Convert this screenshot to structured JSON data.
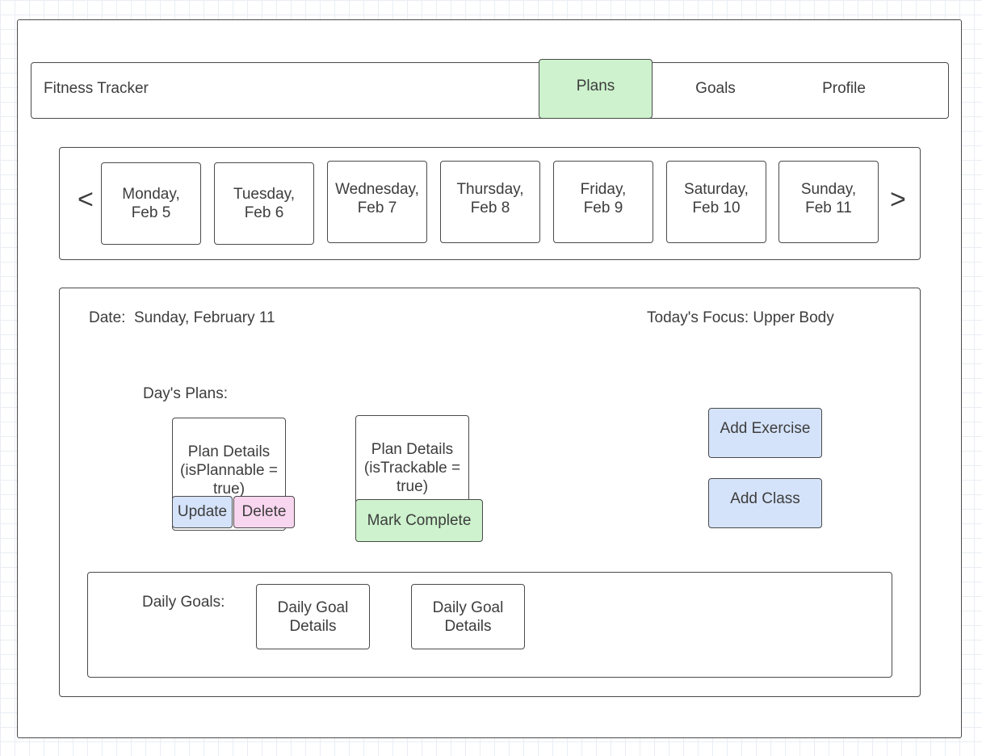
{
  "header": {
    "app_title": "Fitness Tracker",
    "tabs": [
      {
        "label": "Plans",
        "active": true
      },
      {
        "label": "Goals",
        "active": false
      },
      {
        "label": "Profile",
        "active": false
      }
    ]
  },
  "week_nav": {
    "prev_label": "<",
    "next_label": ">",
    "days": [
      {
        "line1": "Monday,",
        "line2": "Feb 5"
      },
      {
        "line1": "Tuesday,",
        "line2": "Feb 6"
      },
      {
        "line1": "Wednesday,",
        "line2": "Feb 7"
      },
      {
        "line1": "Thursday,",
        "line2": "Feb 8"
      },
      {
        "line1": "Friday,",
        "line2": "Feb 9"
      },
      {
        "line1": "Saturday,",
        "line2": "Feb 10"
      },
      {
        "line1": "Sunday,",
        "line2": "Feb 11"
      }
    ]
  },
  "day_view": {
    "date_label": "Date:",
    "date_value": "Sunday, February 11",
    "focus_text": "Today's Focus: Upper Body",
    "plans_label": "Day's Plans:",
    "plan_cards": [
      {
        "line1": "Plan Details",
        "line2": "(isPlannable =",
        "line3": "true)",
        "update_label": "Update",
        "delete_label": "Delete"
      },
      {
        "line1": "Plan Details",
        "line2": "(isTrackable =",
        "line3": "true)",
        "complete_label": "Mark Complete"
      }
    ],
    "add_exercise_label": "Add Exercise",
    "add_class_label": "Add Class",
    "goals": {
      "label": "Daily Goals:",
      "cards": [
        {
          "line1": "Daily Goal",
          "line2": "Details"
        },
        {
          "line1": "Daily Goal",
          "line2": "Details"
        }
      ]
    }
  },
  "colors": {
    "active_tab": "#cdf2cd",
    "update_button": "#d5e3fa",
    "delete_button": "#f9d6f0",
    "complete_button": "#cdf2cd",
    "add_buttons": "#d5e3fa"
  }
}
